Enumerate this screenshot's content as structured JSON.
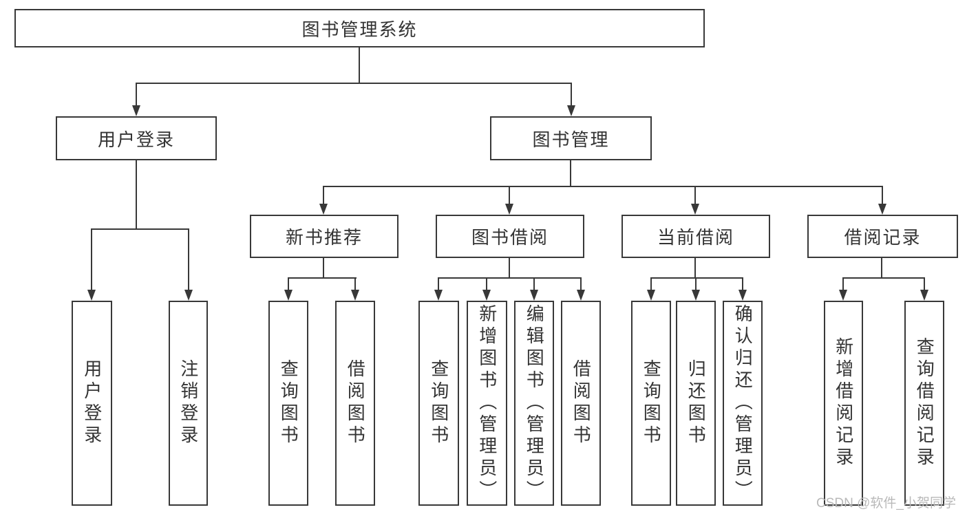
{
  "diagram": {
    "watermark": "CSDN @软件_小贺同学",
    "colors": {
      "line": "#383838",
      "text": "#333333",
      "watermark": "#b9b9b9",
      "background": "#ffffff"
    },
    "nodes": {
      "root": "图书管理系统",
      "user_login": "用户登录",
      "book_management": "图书管理",
      "new_book_recommend": "新书推荐",
      "book_borrow": "图书借阅",
      "current_borrow": "当前借阅",
      "borrow_records": "借阅记录",
      "login": "用户登录",
      "logout": "注销登录",
      "nb_query": "查询图书",
      "nb_borrow": "借阅图书",
      "bb_query": "查询图书",
      "bb_add": "新增图书（管理员）",
      "bb_edit": "编辑图书（管理员）",
      "bb_borrow": "借阅图书",
      "cb_query": "查询图书",
      "cb_return": "归还图书",
      "cb_confirm": "确认归还（管理员）",
      "br_add": "新增借阅记录",
      "br_query": "查询借阅记录"
    }
  }
}
